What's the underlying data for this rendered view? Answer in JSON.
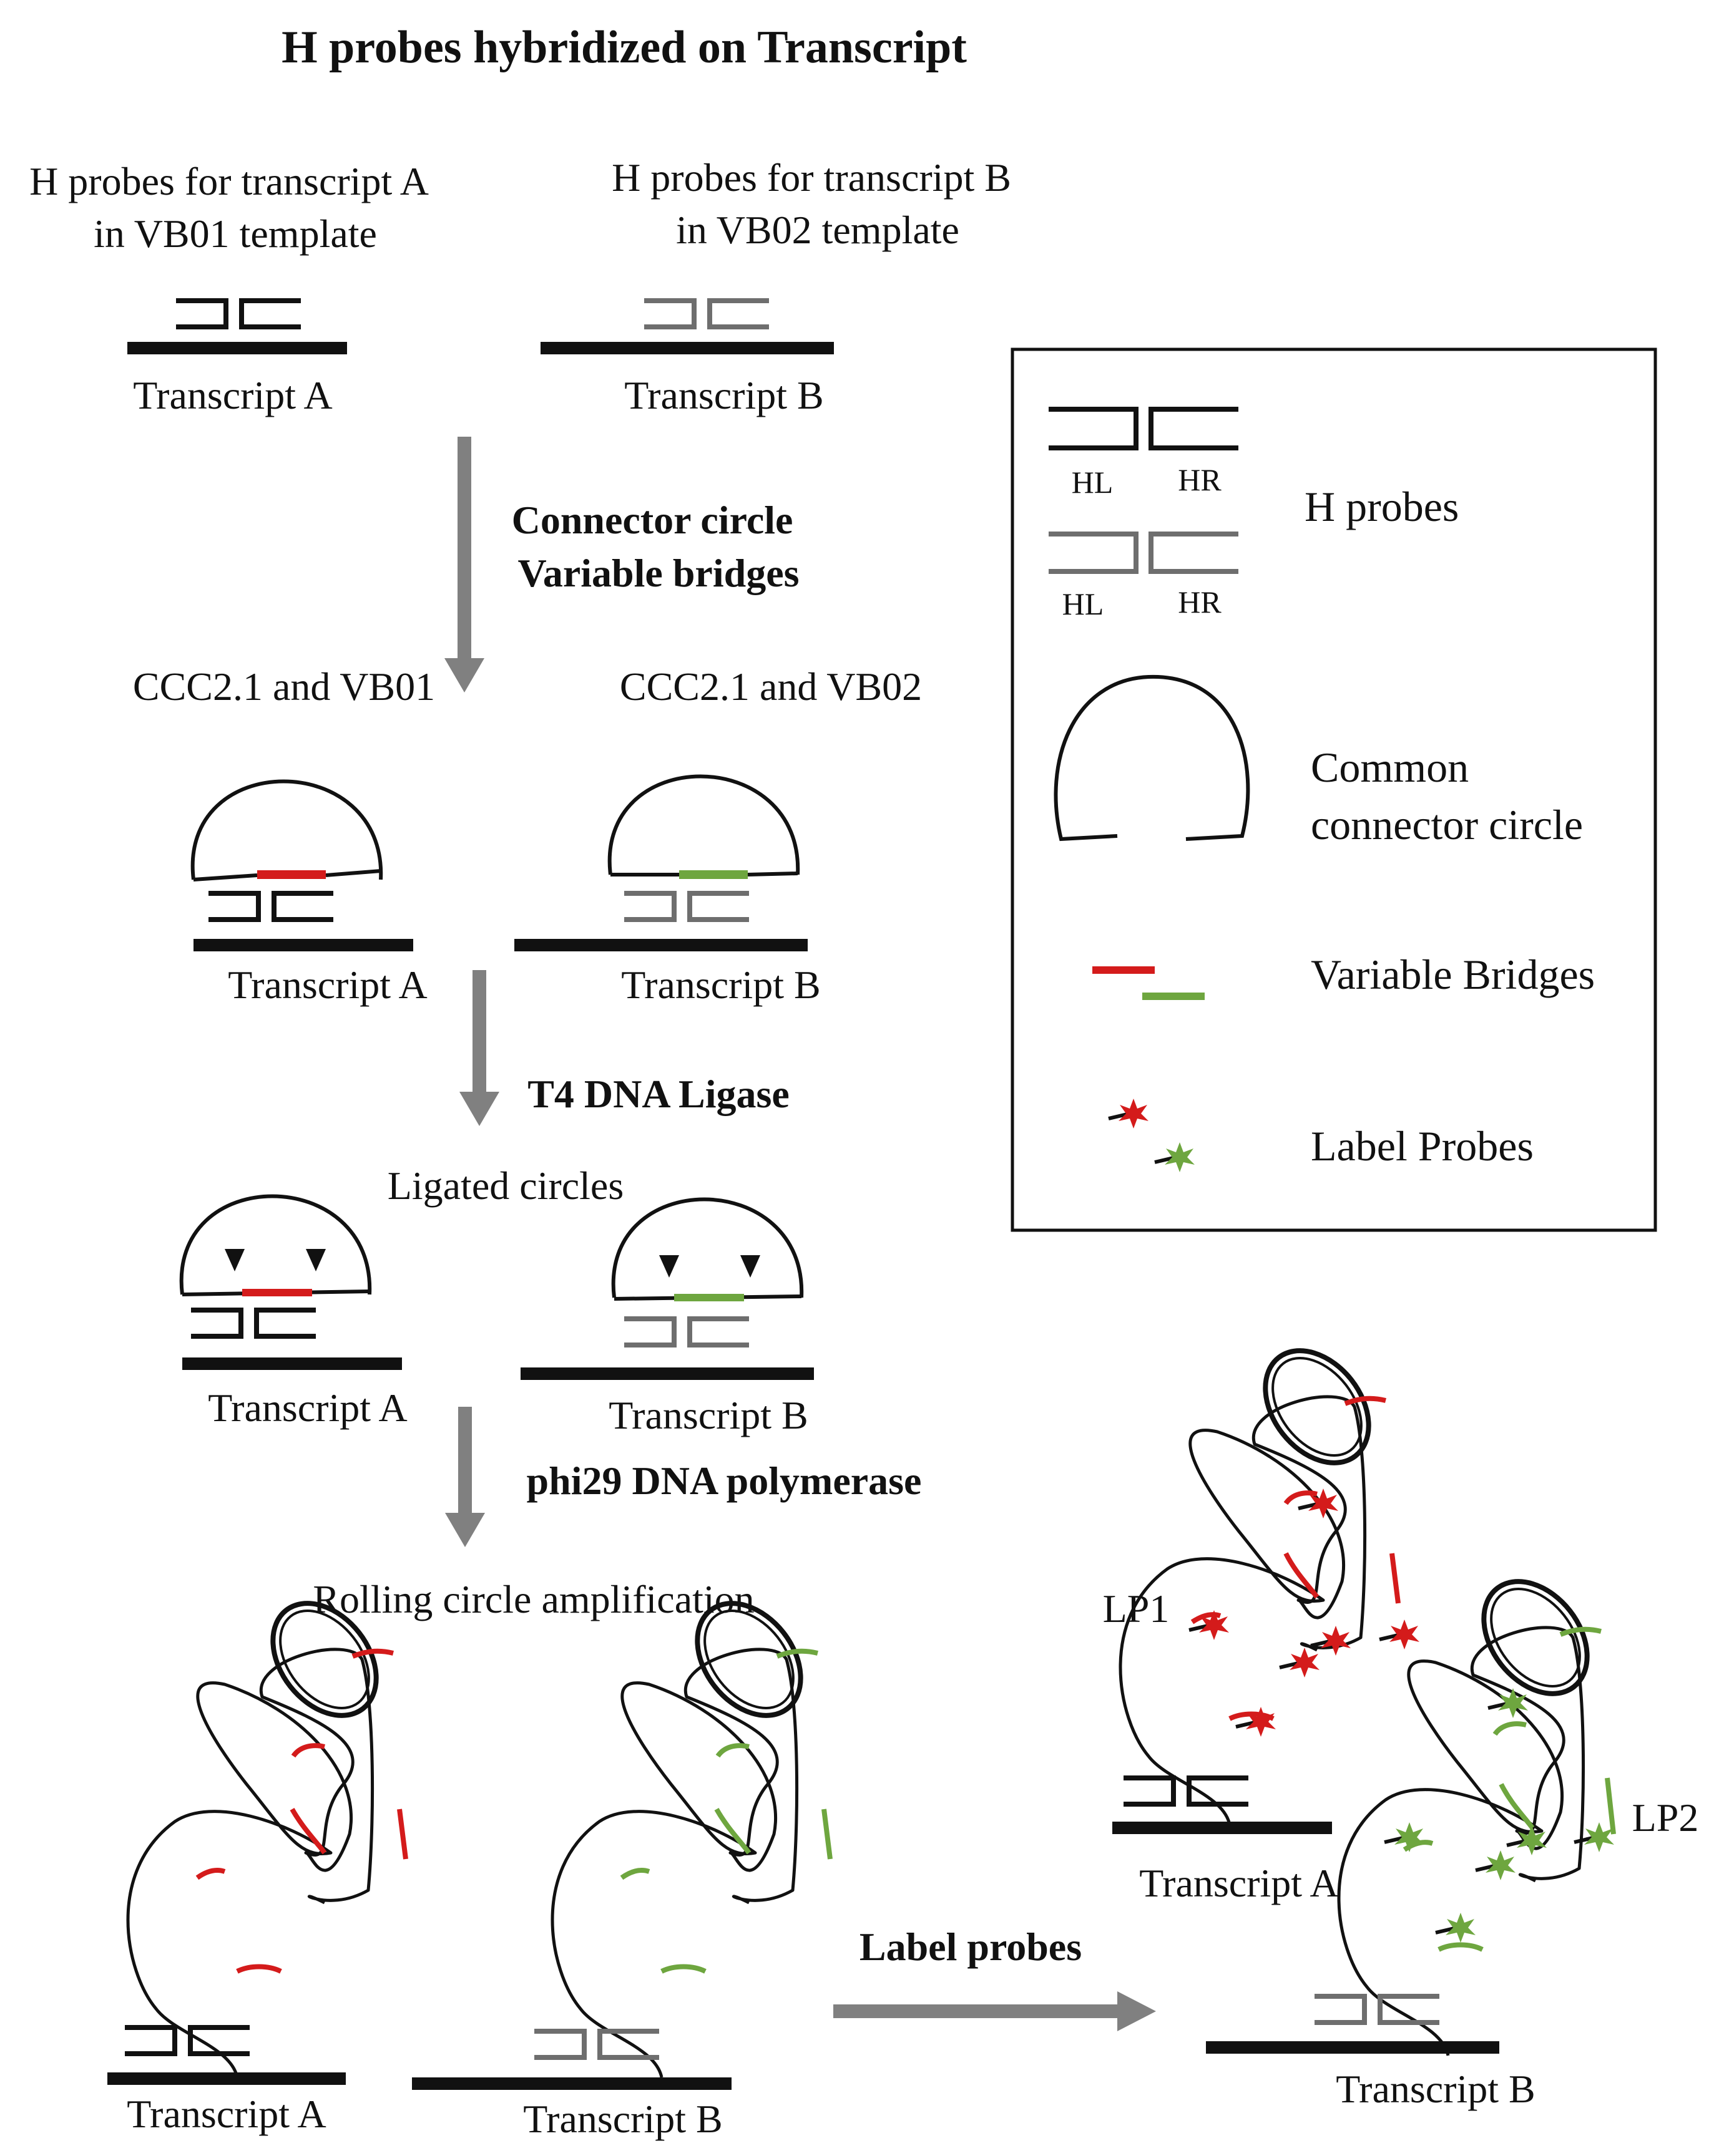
{
  "title": "H probes hybridized on Transcript",
  "probe_sets": {
    "a_line1": "H probes for transcript A",
    "a_line2": "in VB01 template",
    "b_line1": "H probes for transcript B",
    "b_line2": "in VB02 template"
  },
  "transcripts": {
    "a": "Transcript A",
    "b": "Transcript B"
  },
  "steps": {
    "step1_line1": "Connector circle",
    "step1_line2": "Variable bridges",
    "combo_a": "CCC2.1 and VB01",
    "combo_b": "CCC2.1 and VB02",
    "step2": "T4 DNA Ligase",
    "ligated": "Ligated circles",
    "step3": "phi29 DNA polymerase",
    "rca": "Rolling circle amplification",
    "step4": "Label probes",
    "lp1": "LP1",
    "lp2": "LP2"
  },
  "legend": {
    "hl": "HL",
    "hr": "HR",
    "h_probes": "H probes",
    "connector_line1": "Common",
    "connector_line2": "connector circle",
    "variable_bridges": "Variable Bridges",
    "label_probes": "Label Probes"
  },
  "colors": {
    "black": "#111111",
    "gray_probe": "#6e6e6e",
    "arrow": "#808080",
    "red": "#d41b1b",
    "green": "#6ea63f"
  }
}
